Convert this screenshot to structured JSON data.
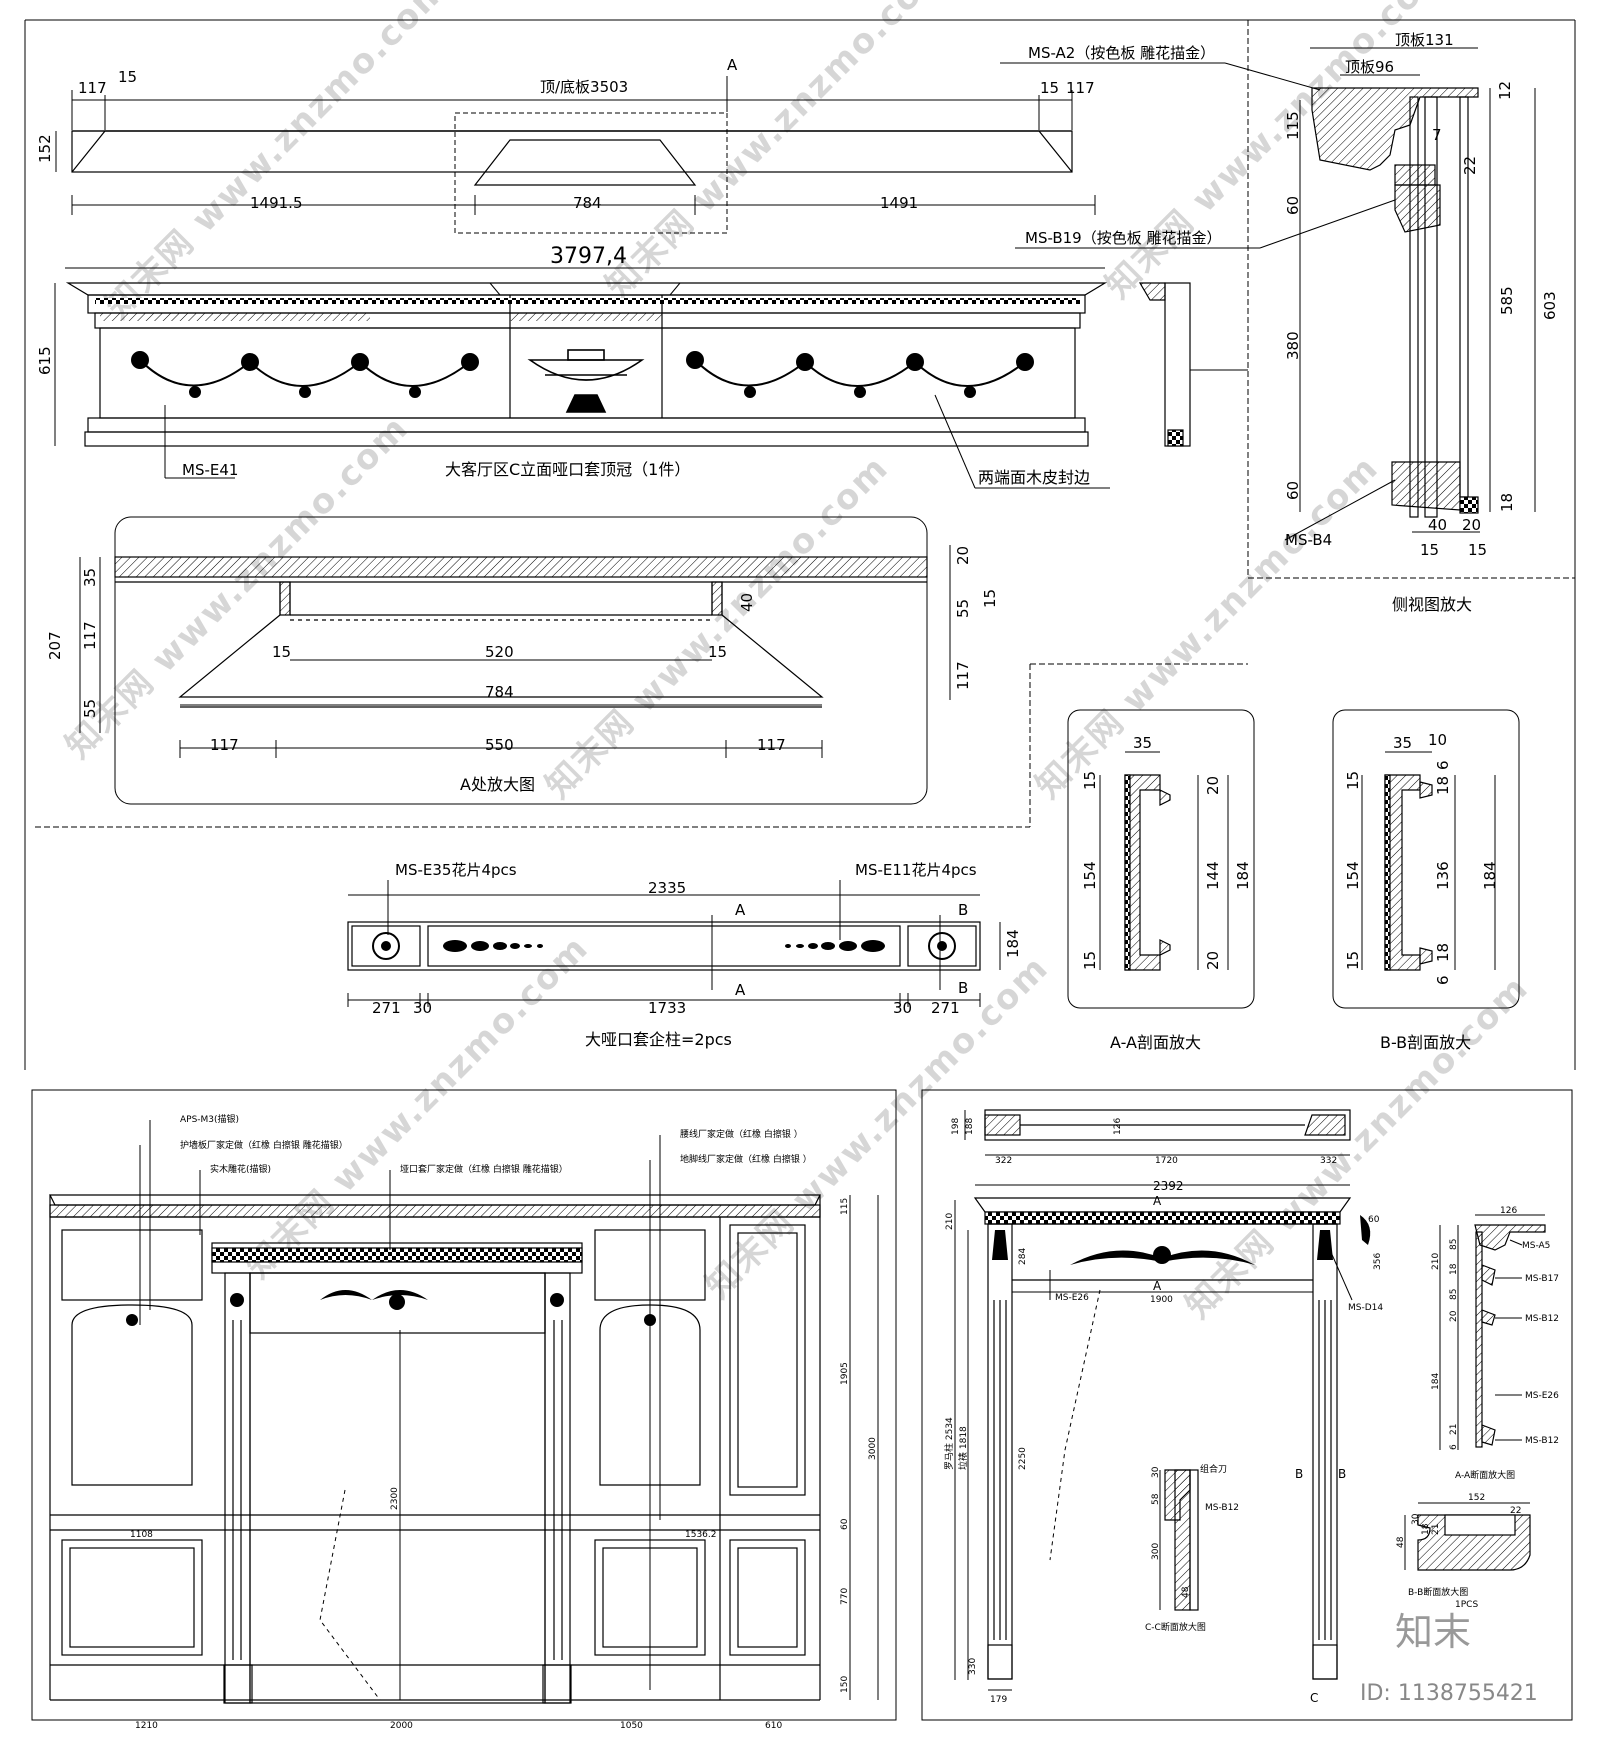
{
  "watermark": "知末网 www.znzmo.com",
  "logo": "知末",
  "image_id": "ID: 1138755421",
  "top_plan": {
    "length_label": "顶/底板3503",
    "d117a": "117",
    "d15a": "15",
    "d15b": "15",
    "d117b": "117",
    "height": "152",
    "left": "1491.5",
    "center": "784",
    "right": "1491",
    "section_mark": "A"
  },
  "elevation": {
    "total": "3797,4",
    "height": "615",
    "callout_left": "MS-E41",
    "title": "大客厅区C立面哑口套顶冠（1件）",
    "callout_right": "两端面木皮封边"
  },
  "side_view": {
    "top_board": "顶板131",
    "top_board2": "顶板96",
    "a2": "MS-A2（按色板 雕花描金）",
    "b19": "MS-B19（按色板 雕花描金）",
    "b4": "MS-B4",
    "dims": [
      "115",
      "60",
      "380",
      "60",
      "7",
      "22",
      "12",
      "585",
      "603",
      "18",
      "40",
      "20",
      "15",
      "15"
    ],
    "title": "侧视图放大"
  },
  "detail_a": {
    "title": "A处放大图",
    "v": [
      "35",
      "207",
      "117",
      "55",
      "20",
      "55",
      "15",
      "40",
      "117",
      "15",
      "15"
    ],
    "h": [
      "520",
      "784",
      "117",
      "550",
      "117"
    ]
  },
  "pillar": {
    "label_left": "MS-E35花片4pcs",
    "label_right": "MS-E11花片4pcs",
    "length": "2335",
    "height": "184",
    "segs": [
      "271",
      "30",
      "1733",
      "30",
      "271"
    ],
    "title": "大哑口套企柱=2pcs",
    "marks": [
      "A",
      "A",
      "B",
      "B"
    ]
  },
  "section_aa": {
    "title": "A-A剖面放大",
    "dims": [
      "35",
      "15",
      "154",
      "15",
      "20",
      "144",
      "20",
      "184"
    ]
  },
  "section_bb": {
    "title": "B-B剖面放大",
    "dims": [
      "35",
      "10",
      "15",
      "154",
      "15",
      "6",
      "18",
      "136",
      "18",
      "6",
      "184"
    ]
  },
  "wall": {
    "notes": [
      "APS-M3(描银)",
      "护墙板厂家定做（红橡 白擦银 雕花描银）",
      "实木雕花(描银)",
      "垭口套厂家定做（红橡 白擦银 雕花描银）",
      "腰线厂家定做（红橡 白擦银 ）",
      "地脚线厂家定做（红橡 白擦银 ）"
    ],
    "bottom": [
      "1210",
      "2000",
      "1050",
      "610"
    ],
    "right": [
      "115",
      "1905",
      "60",
      "770",
      "150"
    ],
    "total": "3000",
    "door": "2300",
    "w1": "1108",
    "w2": "1536.2"
  },
  "door_frame": {
    "top": [
      "322",
      "1720",
      "332"
    ],
    "top_h": [
      "198",
      "188",
      "126"
    ],
    "w": "2392",
    "inner": "1900",
    "labels": [
      "MS-E26",
      "MS-D14",
      "MS-A5",
      "MS-B17",
      "MS-B12",
      "MS-E26",
      "MS-B12",
      "MS-B12"
    ],
    "left_v": [
      "210",
      "284",
      "2250",
      "330"
    ],
    "pillar_v": [
      "罗马柱 2534",
      "垃裱 1818"
    ],
    "bw": "179",
    "d356": "356",
    "d60": "60",
    "cc_title": "C-C断面放大图",
    "cc_note": "组合刀",
    "aa_title": "A-A断面放大图",
    "bb_title": "B-B断面放大图",
    "bb_sub": "1PCS",
    "aa_dims": [
      "126",
      "210",
      "85",
      "18",
      "85",
      "20",
      "184",
      "21",
      "6"
    ],
    "bb_dims": [
      "152",
      "22",
      "48",
      "18",
      "21",
      "30"
    ],
    "cc_dims": [
      "30",
      "58",
      "300",
      "48"
    ],
    "marks": [
      "A",
      "A",
      "B",
      "B",
      "C"
    ]
  }
}
